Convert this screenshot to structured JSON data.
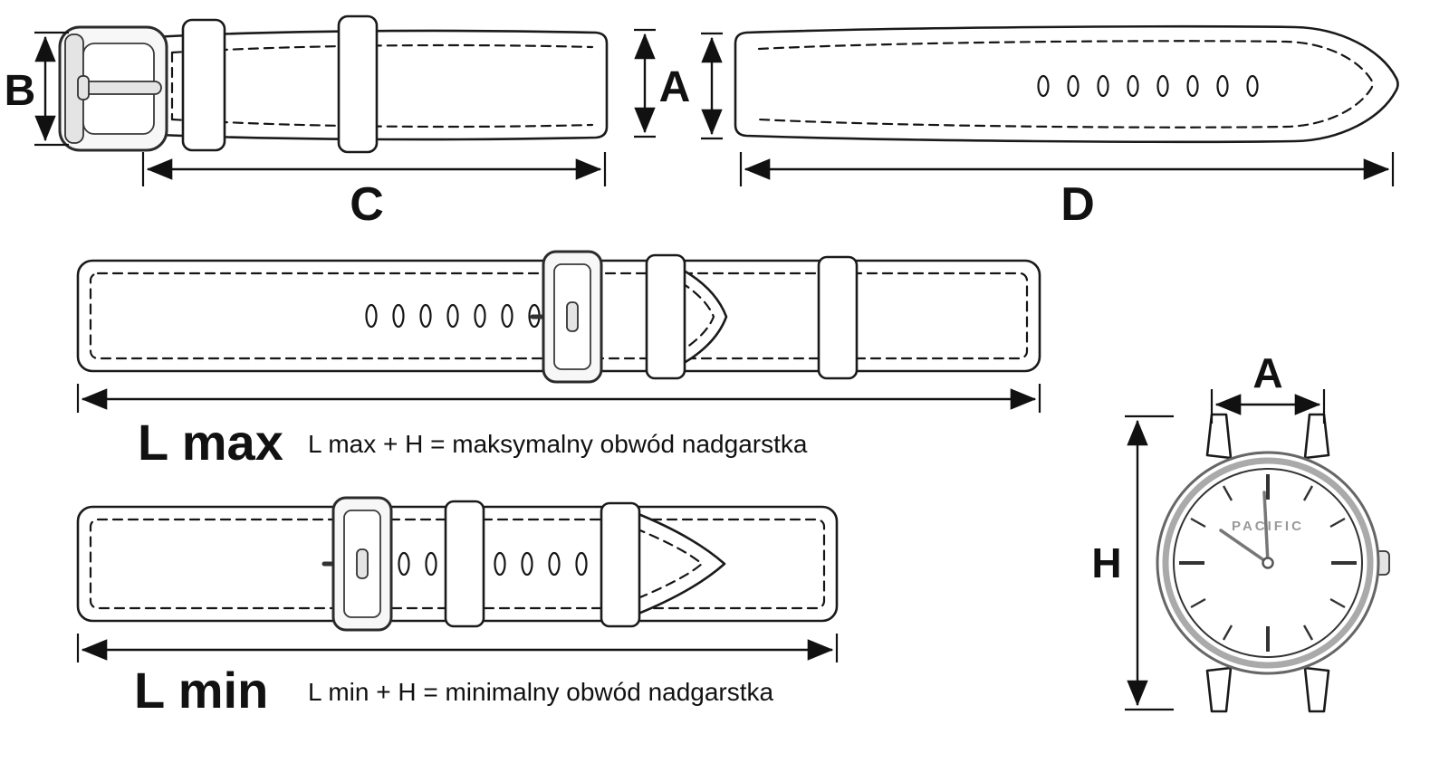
{
  "dimensions": {
    "b_label": "B",
    "a_label": "A",
    "c_label": "C",
    "d_label": "D",
    "a_watch_label": "A",
    "h_label": "H",
    "l_max_label": "L max",
    "l_min_label": "L min"
  },
  "annotations": {
    "l_max_formula": "L max + H  = maksymalny obwód nadgarstka",
    "l_min_formula": "L min + H  = minimalny obwód nadgarstka"
  },
  "watch": {
    "brand": "PACIFIC"
  },
  "colors": {
    "line": "#111111",
    "background": "#ffffff",
    "metal": "#e8e8e8"
  }
}
